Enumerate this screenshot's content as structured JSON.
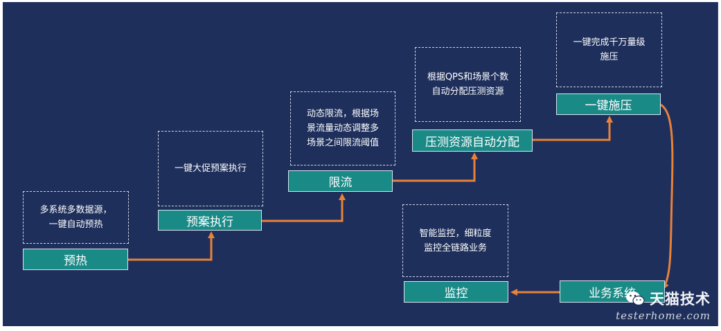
{
  "stages": {
    "preheat": "预热",
    "plan": "预案执行",
    "limit": "限流",
    "alloc": "压测资源自动分配",
    "press": "一键施压",
    "business": "业务系统",
    "monitor": "监控"
  },
  "notes": {
    "preheat": [
      "多系统多数据源，",
      "一键自动预热"
    ],
    "plan": [
      "一键大促预案执行"
    ],
    "limit": [
      "动态限流，根据场",
      "景流量动态调整多",
      "场景之间限流阈值"
    ],
    "alloc": [
      "根据QPS和场景个数",
      "自动分配压测资源"
    ],
    "press": [
      "一键完成千万量级",
      "施压"
    ],
    "monitor": [
      "智能监控，细粒度",
      "监控全链路业务"
    ]
  },
  "watermark": {
    "brand": "天猫技术",
    "site": "testerhome.com"
  },
  "colors": {
    "background": "#1e2f5c",
    "stage_fill": "#1a8a87",
    "arrow": "#e8823a"
  }
}
